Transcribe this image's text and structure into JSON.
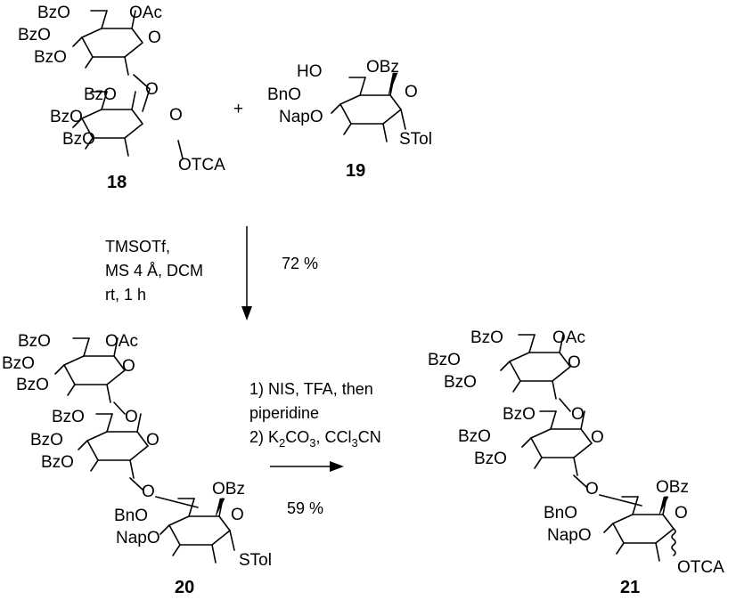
{
  "compounds": {
    "c18": {
      "number": "18",
      "labels": [
        "BzO",
        "OAc",
        "BzO",
        "BzO",
        "O",
        "O",
        "BzO",
        "BzO",
        "BzO",
        "O",
        "OTCA"
      ]
    },
    "c19": {
      "number": "19",
      "labels": [
        "HO",
        "OBz",
        "BnO",
        "O",
        "NapO",
        "STol"
      ]
    },
    "c20": {
      "number": "20",
      "labels": [
        "BzO",
        "OAc",
        "BzO",
        "BzO",
        "O",
        "O",
        "BzO",
        "BzO",
        "BzO",
        "O",
        "O",
        "OBz",
        "BnO",
        "O",
        "NapO",
        "STol"
      ]
    },
    "c21": {
      "number": "21",
      "labels": [
        "BzO",
        "OAc",
        "BzO",
        "BzO",
        "O",
        "O",
        "BzO",
        "BzO",
        "BzO",
        "O",
        "O",
        "OBz",
        "BnO",
        "O",
        "NapO",
        "OTCA"
      ]
    }
  },
  "plus": "+",
  "step1": {
    "reagents": [
      "TMSOTf,",
      "MS 4 Å, DCM",
      "rt, 1 h"
    ],
    "yield": "72 %"
  },
  "step2": {
    "line1": "1) NIS, TFA, then",
    "line2": "piperidine",
    "line3_a": "2) K",
    "line3_sub1": "2",
    "line3_b": "CO",
    "line3_sub2": "3",
    "line3_c": ", CCl",
    "line3_sub3": "3",
    "line3_d": "CN",
    "yield": "59 %"
  }
}
